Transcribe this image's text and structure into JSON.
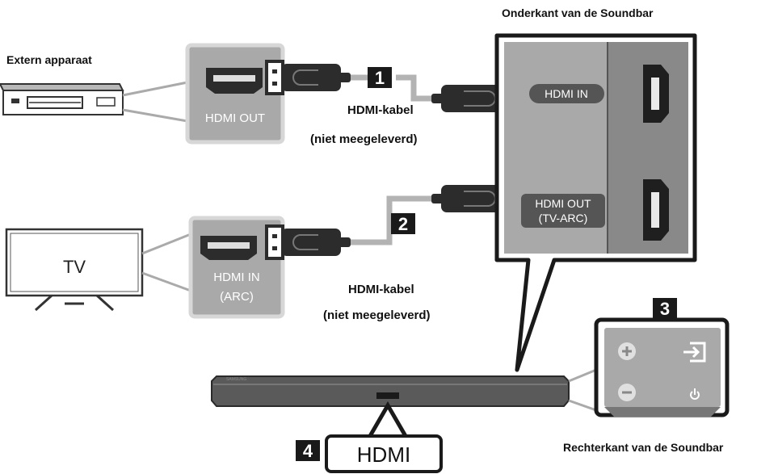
{
  "labels": {
    "external_device": "Extern apparaat",
    "soundbar_bottom": "Onderkant van de Soundbar",
    "soundbar_right": "Rechterkant van de Soundbar",
    "hdmi_out": "HDMI OUT",
    "hdmi_in_tv_line1": "HDMI IN",
    "hdmi_in_tv_line2": "(ARC)",
    "tv": "TV",
    "cable_1_line1": "HDMI-kabel",
    "cable_1_line2": "(niet meegeleverd)",
    "cable_2_line1": "HDMI-kabel",
    "cable_2_line2": "(niet meegeleverd)",
    "port_hdmi_in": "HDMI IN",
    "port_hdmi_out_line1": "HDMI OUT",
    "port_hdmi_out_line2": "(TV-ARC)",
    "hdmi_bottom": "HDMI",
    "brand": "SAMSUNG"
  },
  "steps": [
    "1",
    "2",
    "3",
    "4"
  ],
  "icons": [
    "hdmi-port-icon",
    "hdmi-plug-icon",
    "plus-icon",
    "minus-icon",
    "input-source-icon",
    "power-icon"
  ],
  "colors": {
    "panel_gray": "#a9a9a9",
    "panel_dark": "#898989",
    "cable_gray": "#b3b3b3",
    "plug_dark": "#2c2c2c",
    "step_badge": "#1a1a1a"
  }
}
